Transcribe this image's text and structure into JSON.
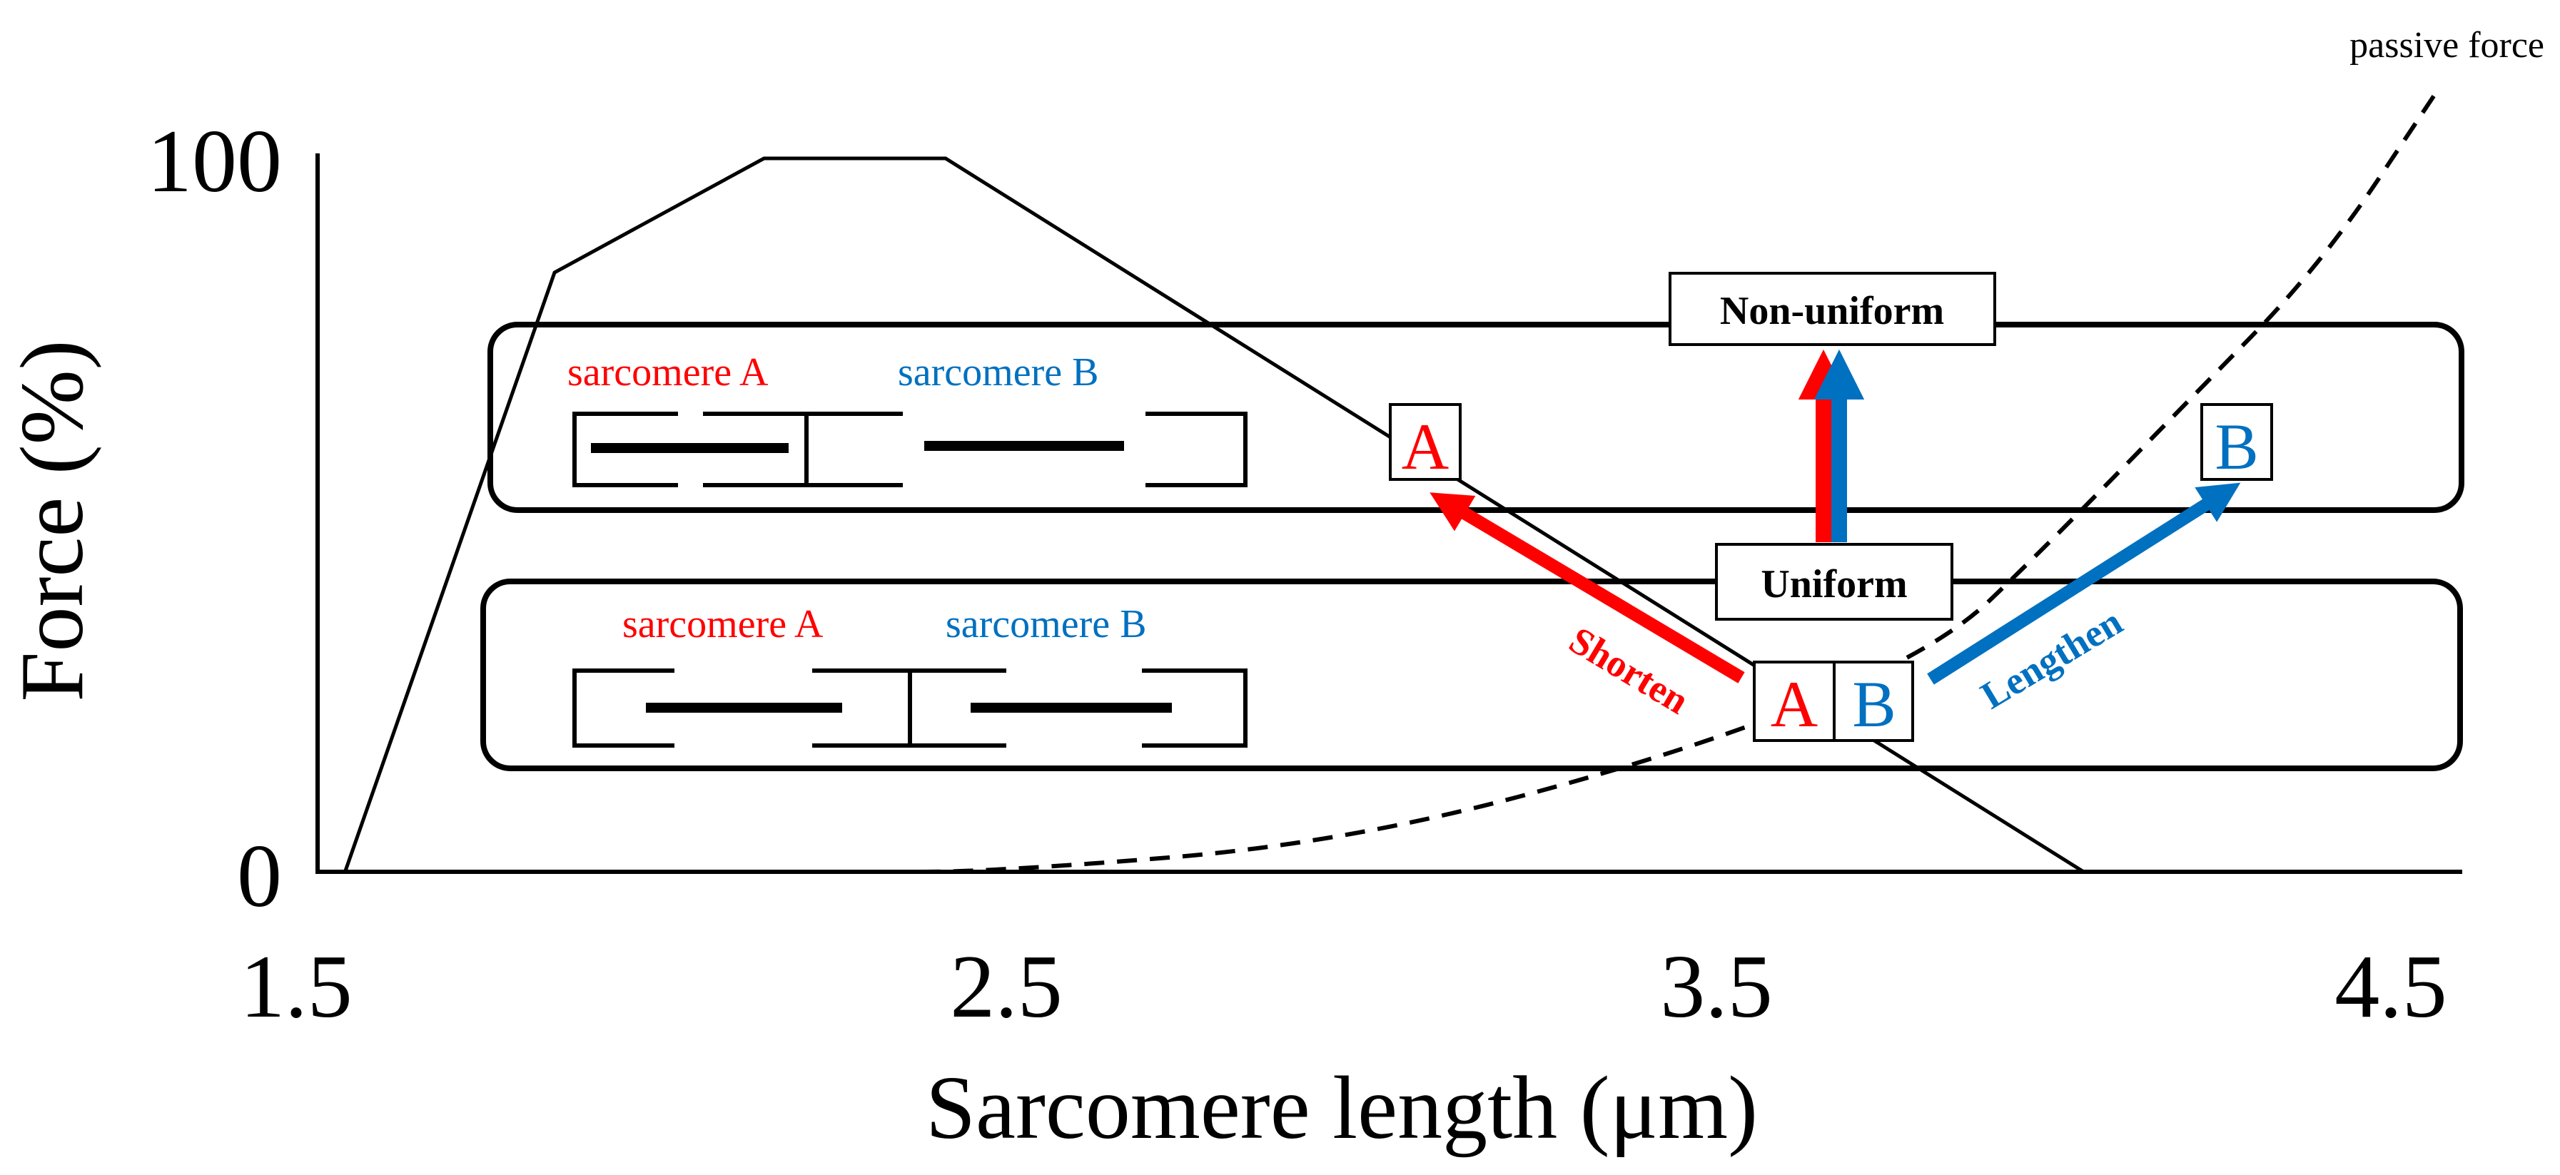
{
  "colors": {
    "red": "#ff0000",
    "blue": "#0070c0",
    "black": "#000000"
  },
  "axes": {
    "y_label": "Force (%)",
    "x_label": "Sarcomere length (μm)",
    "y_ticks": [
      "100",
      "0"
    ],
    "x_ticks": [
      "1.5",
      "2.5",
      "3.5",
      "4.5"
    ]
  },
  "curves": {
    "passive_label": "passive force"
  },
  "chart_data": {
    "type": "line",
    "xlabel": "Sarcomere length (μm)",
    "ylabel": "Force (%)",
    "xlim": [
      1.5,
      4.5
    ],
    "ylim": [
      0,
      100
    ],
    "series": [
      {
        "x": [
          1.57,
          1.87,
          2.17,
          2.43,
          4.06
        ],
        "y": [
          0,
          84,
          100,
          100,
          0
        ]
      },
      {
        "name": "passive force",
        "x": [
          2.3,
          2.5,
          3.0,
          3.5,
          3.85,
          4.0,
          4.2,
          4.4,
          4.57
        ],
        "y": [
          0,
          0,
          4,
          17,
          31,
          45,
          65,
          85,
          110
        ]
      }
    ]
  },
  "uniform_panel": {
    "label": "Uniform",
    "sarcomere_a_label": "sarcomere A",
    "sarcomere_b_label": "sarcomere B",
    "letter_a": "A",
    "letter_b": "B"
  },
  "nonuniform_panel": {
    "label": "Non-uniform",
    "sarcomere_a_label": "sarcomere A",
    "sarcomere_b_label": "sarcomere B",
    "letter_a": "A",
    "letter_b": "B"
  },
  "arrows": {
    "shorten_label": "Shorten",
    "lengthen_label": "Lengthen"
  }
}
